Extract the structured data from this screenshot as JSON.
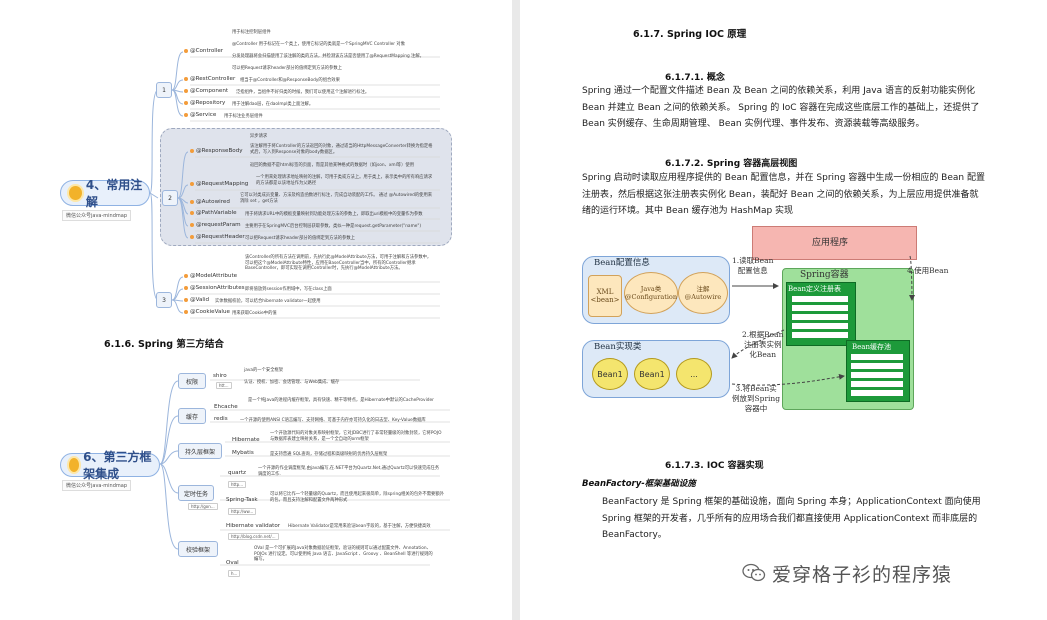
{
  "left": {
    "mindmap1": {
      "central": "4、常用注解",
      "note": "微信公众号java-mindmap",
      "branches": [
        "1",
        "2",
        "3"
      ],
      "group1": [
        {
          "cat": "@Controller",
          "descs": [
            "用于标注控制层组件",
            "@Controller 用于标记在一个类上，使用它标记的类就是一个SpringMVC Controller 对象",
            "分发处理器将会扫描使用了该注解的类的方法，并检测该方法是否使用了@RequestMapping 注解。",
            "可以把Request请求header部分的值绑定到方法的参数上"
          ]
        },
        {
          "cat": "@RestController",
          "descs": [
            "相当于@Controller和@ResponseBody的组合效果"
          ]
        },
        {
          "cat": "@Component",
          "descs": [
            "泛指组件，当组件不好归类的时候，我们可以使用这个注解进行标注。"
          ]
        },
        {
          "cat": "@Repository",
          "descs": [
            "用于注解dao层，在daoImpl类上面注解。"
          ]
        },
        {
          "cat": "@Service",
          "descs": [
            "用于标注业务层组件"
          ]
        }
      ],
      "group2": [
        {
          "cat": "@ResponseBody",
          "descs": [
            "异步请求",
            "该注解用于将Controller的方法返回的对象，通过适当的HttpMessageConverter转换为指定格式后，写入到Response对象的body数据区。",
            "返回的数据不是html标签的页面，而是其他某种格式的数据时（如json、xml等）使用"
          ]
        },
        {
          "cat": "@RequestMapping",
          "descs": [
            "一个用来处理请求地址映射的注解，可用于类或方法上。用于类上，表示类中的所有响应请求的方法都是以该地址作为父路径"
          ]
        },
        {
          "cat": "@Autowired",
          "descs": [
            "它可以对类成员变量、方法及构造函数进行标注，完成自动装配的工作。 通过 @Autowired的使用来消除 set ，get方法"
          ]
        },
        {
          "cat": "@PathVariable",
          "descs": [
            "用于将请求URL中的模板变量映射到功能处理方法的参数上，即取出uri模板中的变量作为参数"
          ]
        },
        {
          "cat": "@requestParam",
          "descs": [
            "主要用于在SpringMVC后台控制层获取参数，类似一种是request.getParameter(\"name\")"
          ]
        },
        {
          "cat": "@RequestHeader",
          "descs": [
            "可以把Request请求header部分的值绑定到方法的参数上"
          ]
        }
      ],
      "group3": [
        {
          "cat": "@ModelAttribute",
          "descs": [
            "该Controller的所有方法在调用前，先执行此@ModelAttribute方法，可用于注解和方法参数中，可以把这个@ModelAttribute特性，应用在BaseController当中，所有的Controller继承BaseController，即可实现在调用Controller时，先执行@ModelAttribute方法。"
          ]
        },
        {
          "cat": "@SessionAttributes",
          "descs": [
            "即将值放到session作用域中，写在class上面"
          ]
        },
        {
          "cat": "@Valid",
          "descs": [
            "实体数据校验，可以结合hibernate validator一起使用"
          ]
        },
        {
          "cat": "@CookieValue",
          "descs": [
            "用来获取Cookie中的值"
          ]
        }
      ]
    },
    "section_616": "6.1.6.  Spring 第三方结合",
    "mindmap2": {
      "central": "6、第三方框架集成",
      "note": "微信公众号java-mindmap",
      "branches": [
        "权限",
        "缓存",
        "持久层框架",
        "定时任务",
        "校验框架"
      ],
      "items": [
        {
          "cat": "shiro",
          "descs": [
            "java的一个安全框架",
            "认证、授权、加密、会话管理、与Web集成、缓存"
          ],
          "mini": "htt..."
        },
        {
          "cat": "Ehcache",
          "descs": [
            "是一个纯Java的进程内缓存框架，具有快速、精干等特点，是Hibernate中默认的CacheProvider"
          ]
        },
        {
          "cat": "redis",
          "descs": [
            "一个开源的使用ANSI C语言编写、支持网络、可基于内存亦可持久化的日志型、Key-Value数据库"
          ]
        },
        {
          "cat": "Hibernate",
          "descs": [
            "一个开放源代码的对象关系映射框架，它对JDBC进行了非常轻量级的对象封装，它将POJO与数据库表建立映射关系，是一个全自动的orm框架"
          ]
        },
        {
          "cat": "Mybatis",
          "descs": [
            "是支持普通 SQL查询，存储过程和高级映射的优秀持久层框架"
          ]
        },
        {
          "cat": "quartz",
          "descs": [
            "一个开源的作业调度框架,由java编写,在.NET平台为Quartz.Net,通过Quartz可以快速完成任务调度的工作."
          ],
          "mini": "http..."
        },
        {
          "cat": "Spring-Task",
          "descs": [
            "可以将它比作一个轻量级的Quartz，而且使用起来很简单，除spring相关的包外不需要额外的包，而且支持注解和配置文件两种形式"
          ],
          "mini": "http://ww..."
        },
        {
          "cat": "Hibernate validator",
          "descs": [
            "Hibernate Validator是常用来验证bean字段的，基于注解，方便快捷高效"
          ],
          "mini": "http://blog.csdn.net/..."
        },
        {
          "cat": "Oval",
          "descs": [
            "OVal 是一个可扩展的Java对象数据验证框架，验证的规则可以通过配置文件、Annotation、POJOs 进行设定。可以使用纯 Java 语言、JavaScript 、Groovy 、BeanShell 等进行规则的编写。"
          ],
          "mini": "h..."
        }
      ],
      "extra_link": "http://gon..."
    }
  },
  "right": {
    "section_617": "6.1.7.  Spring IOC 原理",
    "sub_1": "6.1.7.1.     概念",
    "para_1": "Spring 通过一个配置文件描述 Bean 及 Bean 之间的依赖关系，利用 Java 语言的反射功能实例化 Bean 并建立 Bean 之间的依赖关系。 Spring 的 IoC 容器在完成这些底层工作的基础上，还提供了 Bean 实例缓存、生命周期管理、 Bean 实例代理、事件发布、资源装载等高级服务。",
    "sub_2": "6.1.7.2.     Spring 容器高层视图",
    "para_2": "Spring 启动时读取应用程序提供的 Bean 配置信息，并在 Spring 容器中生成一份相应的 Bean 配置注册表，然后根据这张注册表实例化 Bean，装配好 Bean 之间的依赖关系，为上层应用提供准备就绪的运行环境。其中 Bean 缓存池为 HashMap 实现",
    "diagram": {
      "config_title": "Bean配置信息",
      "xml": "XML\n<bean>",
      "java": "Java类\n@Configuration",
      "annot": "注解\n@Autowire",
      "app": "应用程序",
      "container": "Spring容器",
      "registry": "Bean定义注册表",
      "cache": "Bean缓存池",
      "impl_title": "Bean实现类",
      "bean1a": "Bean1",
      "bean1b": "Bean1",
      "dots": "...",
      "step1": "1.读取Bean\n配置信息",
      "step2": "2.根据Bean\n注册表实例\n化Bean",
      "step3": "3.将Bean实\n例放到Spring\n容器中",
      "step4": "4.使用Bean"
    },
    "sub_3": "6.1.7.3.     IOC 容器实现",
    "bold_italic": "BeanFactory-框架基础设施",
    "para_3": "BeanFactory 是 Spring 框架的基础设施，面向 Spring 本身；ApplicationContext 面向使用 Spring 框架的开发者，几乎所有的应用场合我们都直接使用 ApplicationContext 而非底层的 BeanFactory。",
    "watermark": "爱穿格子衫的程序猿"
  }
}
